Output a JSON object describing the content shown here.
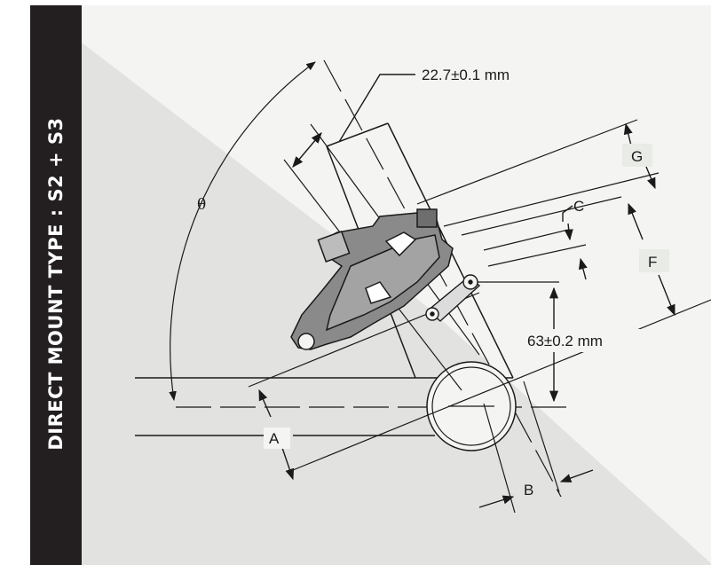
{
  "sidebar": {
    "title": "DIRECT MOUNT TYPE : S2 + S3"
  },
  "labels": {
    "theta": "θ",
    "clamp_width": "22.7±0.1 mm",
    "height": "63±0.2 mm",
    "a": "A",
    "b": "B",
    "c": "C",
    "f": "F",
    "g": "G"
  },
  "colors": {
    "sidebar": "#231f20",
    "background_light": "#f4f4f2",
    "background_dark": "#e2e2e0",
    "label_box": "#e8ebe6",
    "line": "#1a1a1a",
    "derailleur_fill": "#8a8a8a"
  }
}
